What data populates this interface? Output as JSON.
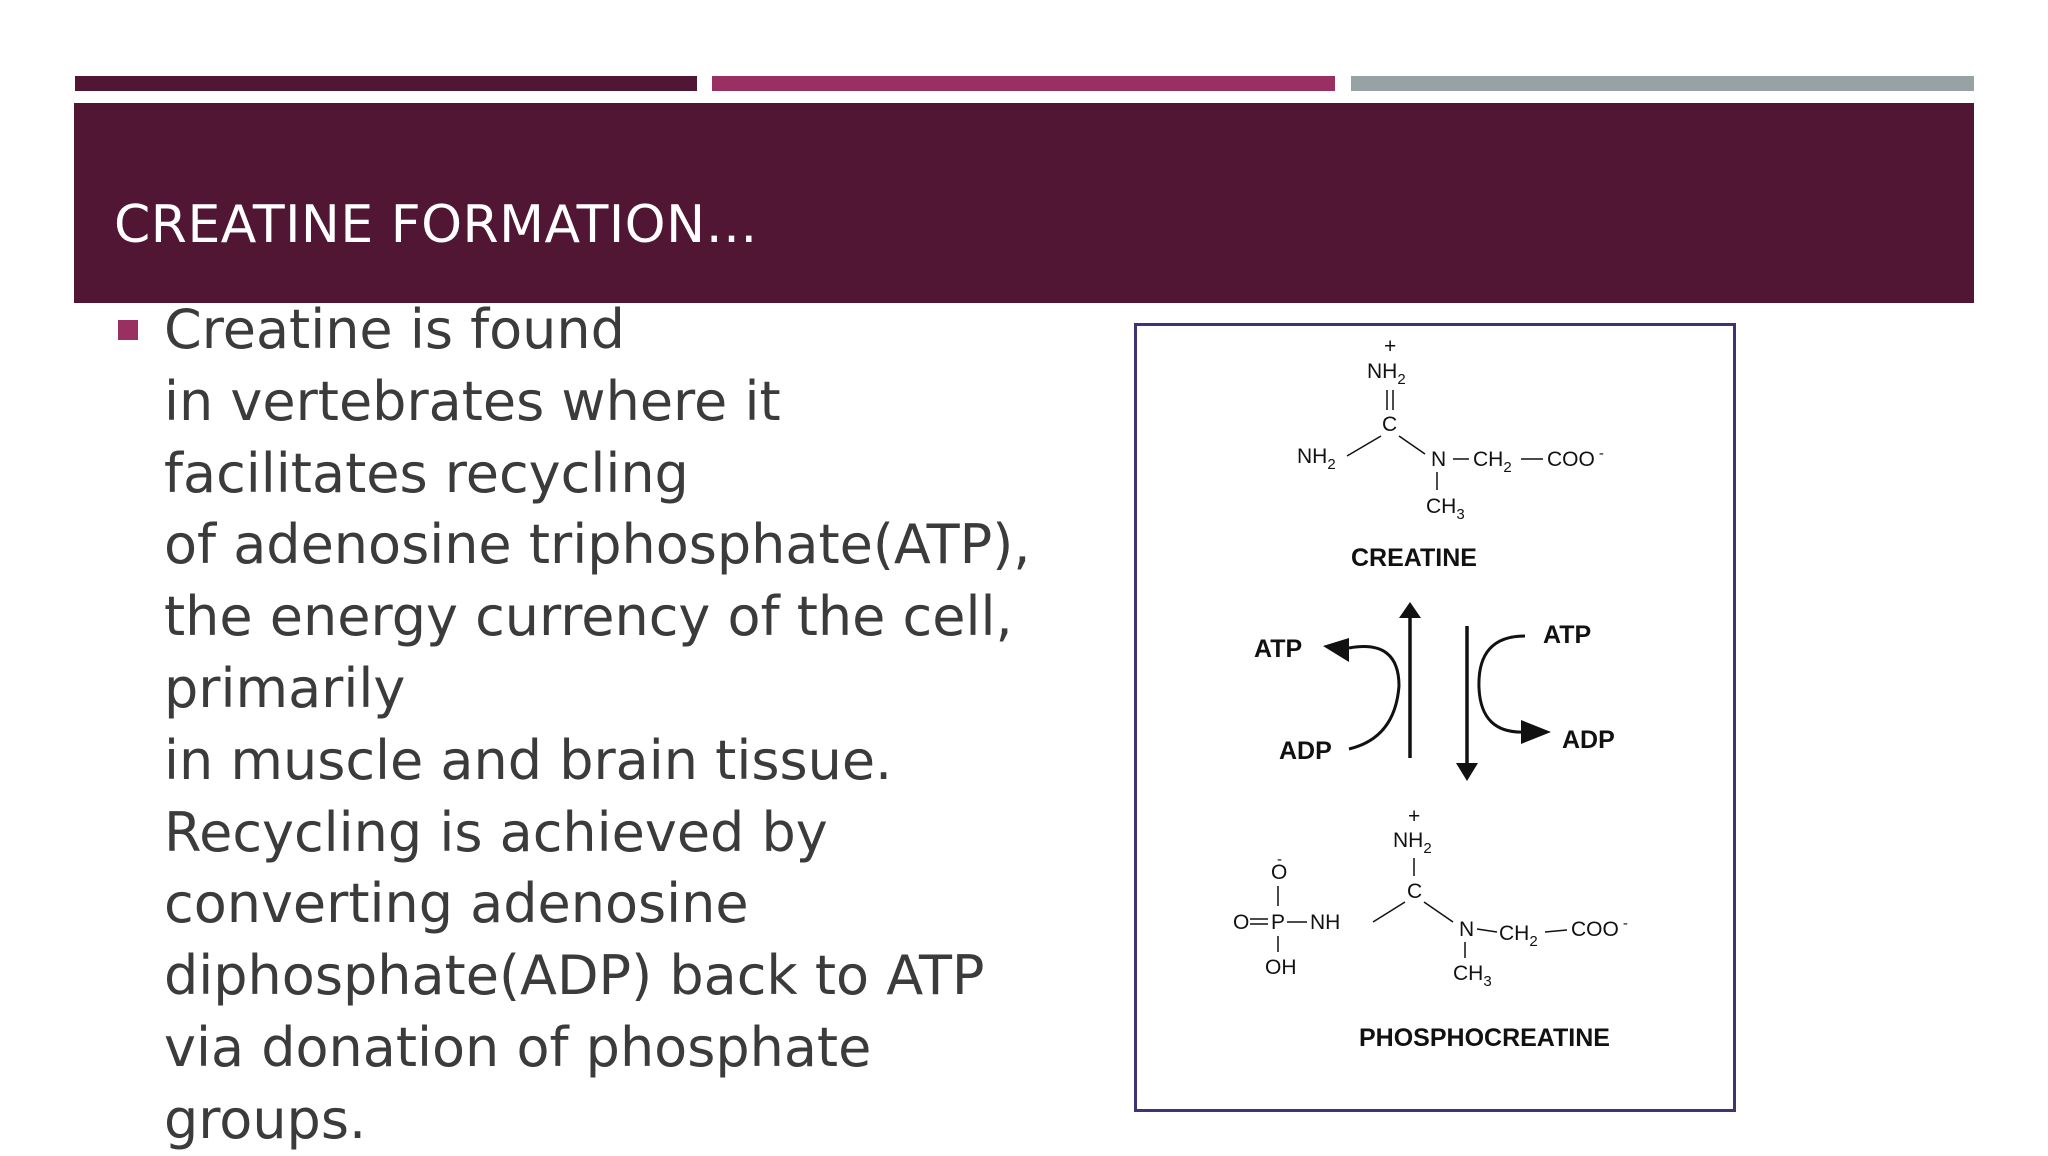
{
  "slide": {
    "title": "CREATINE FORMATION…",
    "bullet_lines": [
      "Creatine is found",
      "in vertebrates where it",
      "facilitates recycling",
      "of adenosine triphosphate(ATP),",
      "the energy currency of the cell,",
      "primarily",
      "in muscle and brain tissue.",
      "Recycling is achieved by",
      "converting adenosine",
      "diphosphate(ADP) back to ATP",
      "via donation of phosphate",
      "groups."
    ]
  },
  "figure": {
    "creatine": {
      "charge_plus": "+",
      "nh2_top": "NH",
      "nh2_top_sub": "2",
      "double_bond": "||",
      "carbon": "C",
      "nh2_left": "NH",
      "nh2_left_sub": "2",
      "nitrogen": "N",
      "ch2": "CH",
      "ch2_sub": "2",
      "coo": "COO",
      "coo_charge": "-",
      "ch3": "CH",
      "ch3_sub": "3",
      "name": "CREATINE"
    },
    "reaction": {
      "left_atp": "ATP",
      "left_adp": "ADP",
      "right_atp": "ATP",
      "right_adp": "ADP"
    },
    "phosphocreatine": {
      "charge_plus": "+",
      "nh2_top": "NH",
      "nh2_top_sub": "2",
      "carbon": "C",
      "o_minus": "O",
      "o_minus_charge": "-",
      "o_double": "O",
      "phosphorus": "P",
      "nh": "NH",
      "oh": "OH",
      "nitrogen": "N",
      "ch2": "CH",
      "ch2_sub": "2",
      "coo": "COO",
      "coo_charge": "-",
      "ch3": "CH",
      "ch3_sub": "3",
      "name": "PHOSPHOCREATINE"
    }
  },
  "colors": {
    "title_band": "#511634",
    "accent_bar_1": "#511634",
    "accent_bar_2": "#9a3061",
    "accent_bar_3": "#96a2a3",
    "bullet": "#9a3061",
    "body_text": "#3b3b3b",
    "figure_border": "#3d3478"
  }
}
